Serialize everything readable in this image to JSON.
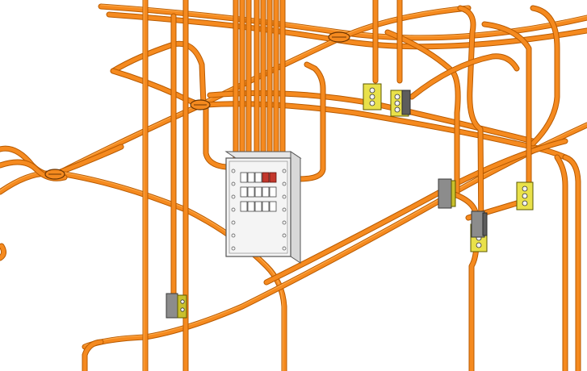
{
  "view": {
    "background": "#ffffff",
    "conduit_color": "#f58a1f",
    "conduit_outline": "#b85a00",
    "junction_box_color": "#e9e14a",
    "device_box_color": "#8c8c8c",
    "panel_color": "#f4f4f4"
  },
  "components": {
    "panel": "electrical-panel",
    "junction_boxes": [
      "junction-box-1",
      "junction-box-2",
      "junction-box-3",
      "junction-box-4"
    ],
    "device_boxes": [
      "device-box-1",
      "device-box-2",
      "device-box-3"
    ],
    "clamps": [
      "conduit-clamp-1",
      "conduit-clamp-2",
      "conduit-clamp-3"
    ]
  }
}
